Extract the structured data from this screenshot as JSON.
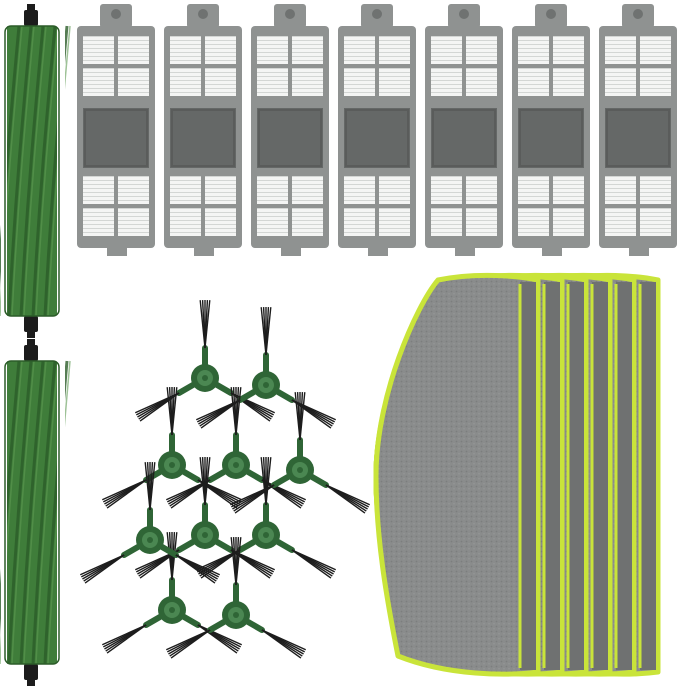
{
  "colors": {
    "background": "#ffffff",
    "roller_green": "#3f7d3a",
    "roller_green_dark": "#2c5c29",
    "roller_green_light": "#5d9a52",
    "roller_cap": "#1c1c1c",
    "filter_frame": "#8f9291",
    "filter_frame_dark": "#6f7271",
    "filter_pleat": "#f4f5f4",
    "filter_pleat_line": "#d3d6d4",
    "filter_center": "#656867",
    "brush_hub": "#2f6536",
    "brush_hub_light": "#4b8752",
    "bristle": "#1d1d1d",
    "mop_gray": "#8a8c8c",
    "mop_gray_dark": "#6f7171",
    "mop_edge": "#c9e43a"
  },
  "items": {
    "main_brushes": 2,
    "filters": 7,
    "side_brushes": 10,
    "mop_pads": 6
  }
}
